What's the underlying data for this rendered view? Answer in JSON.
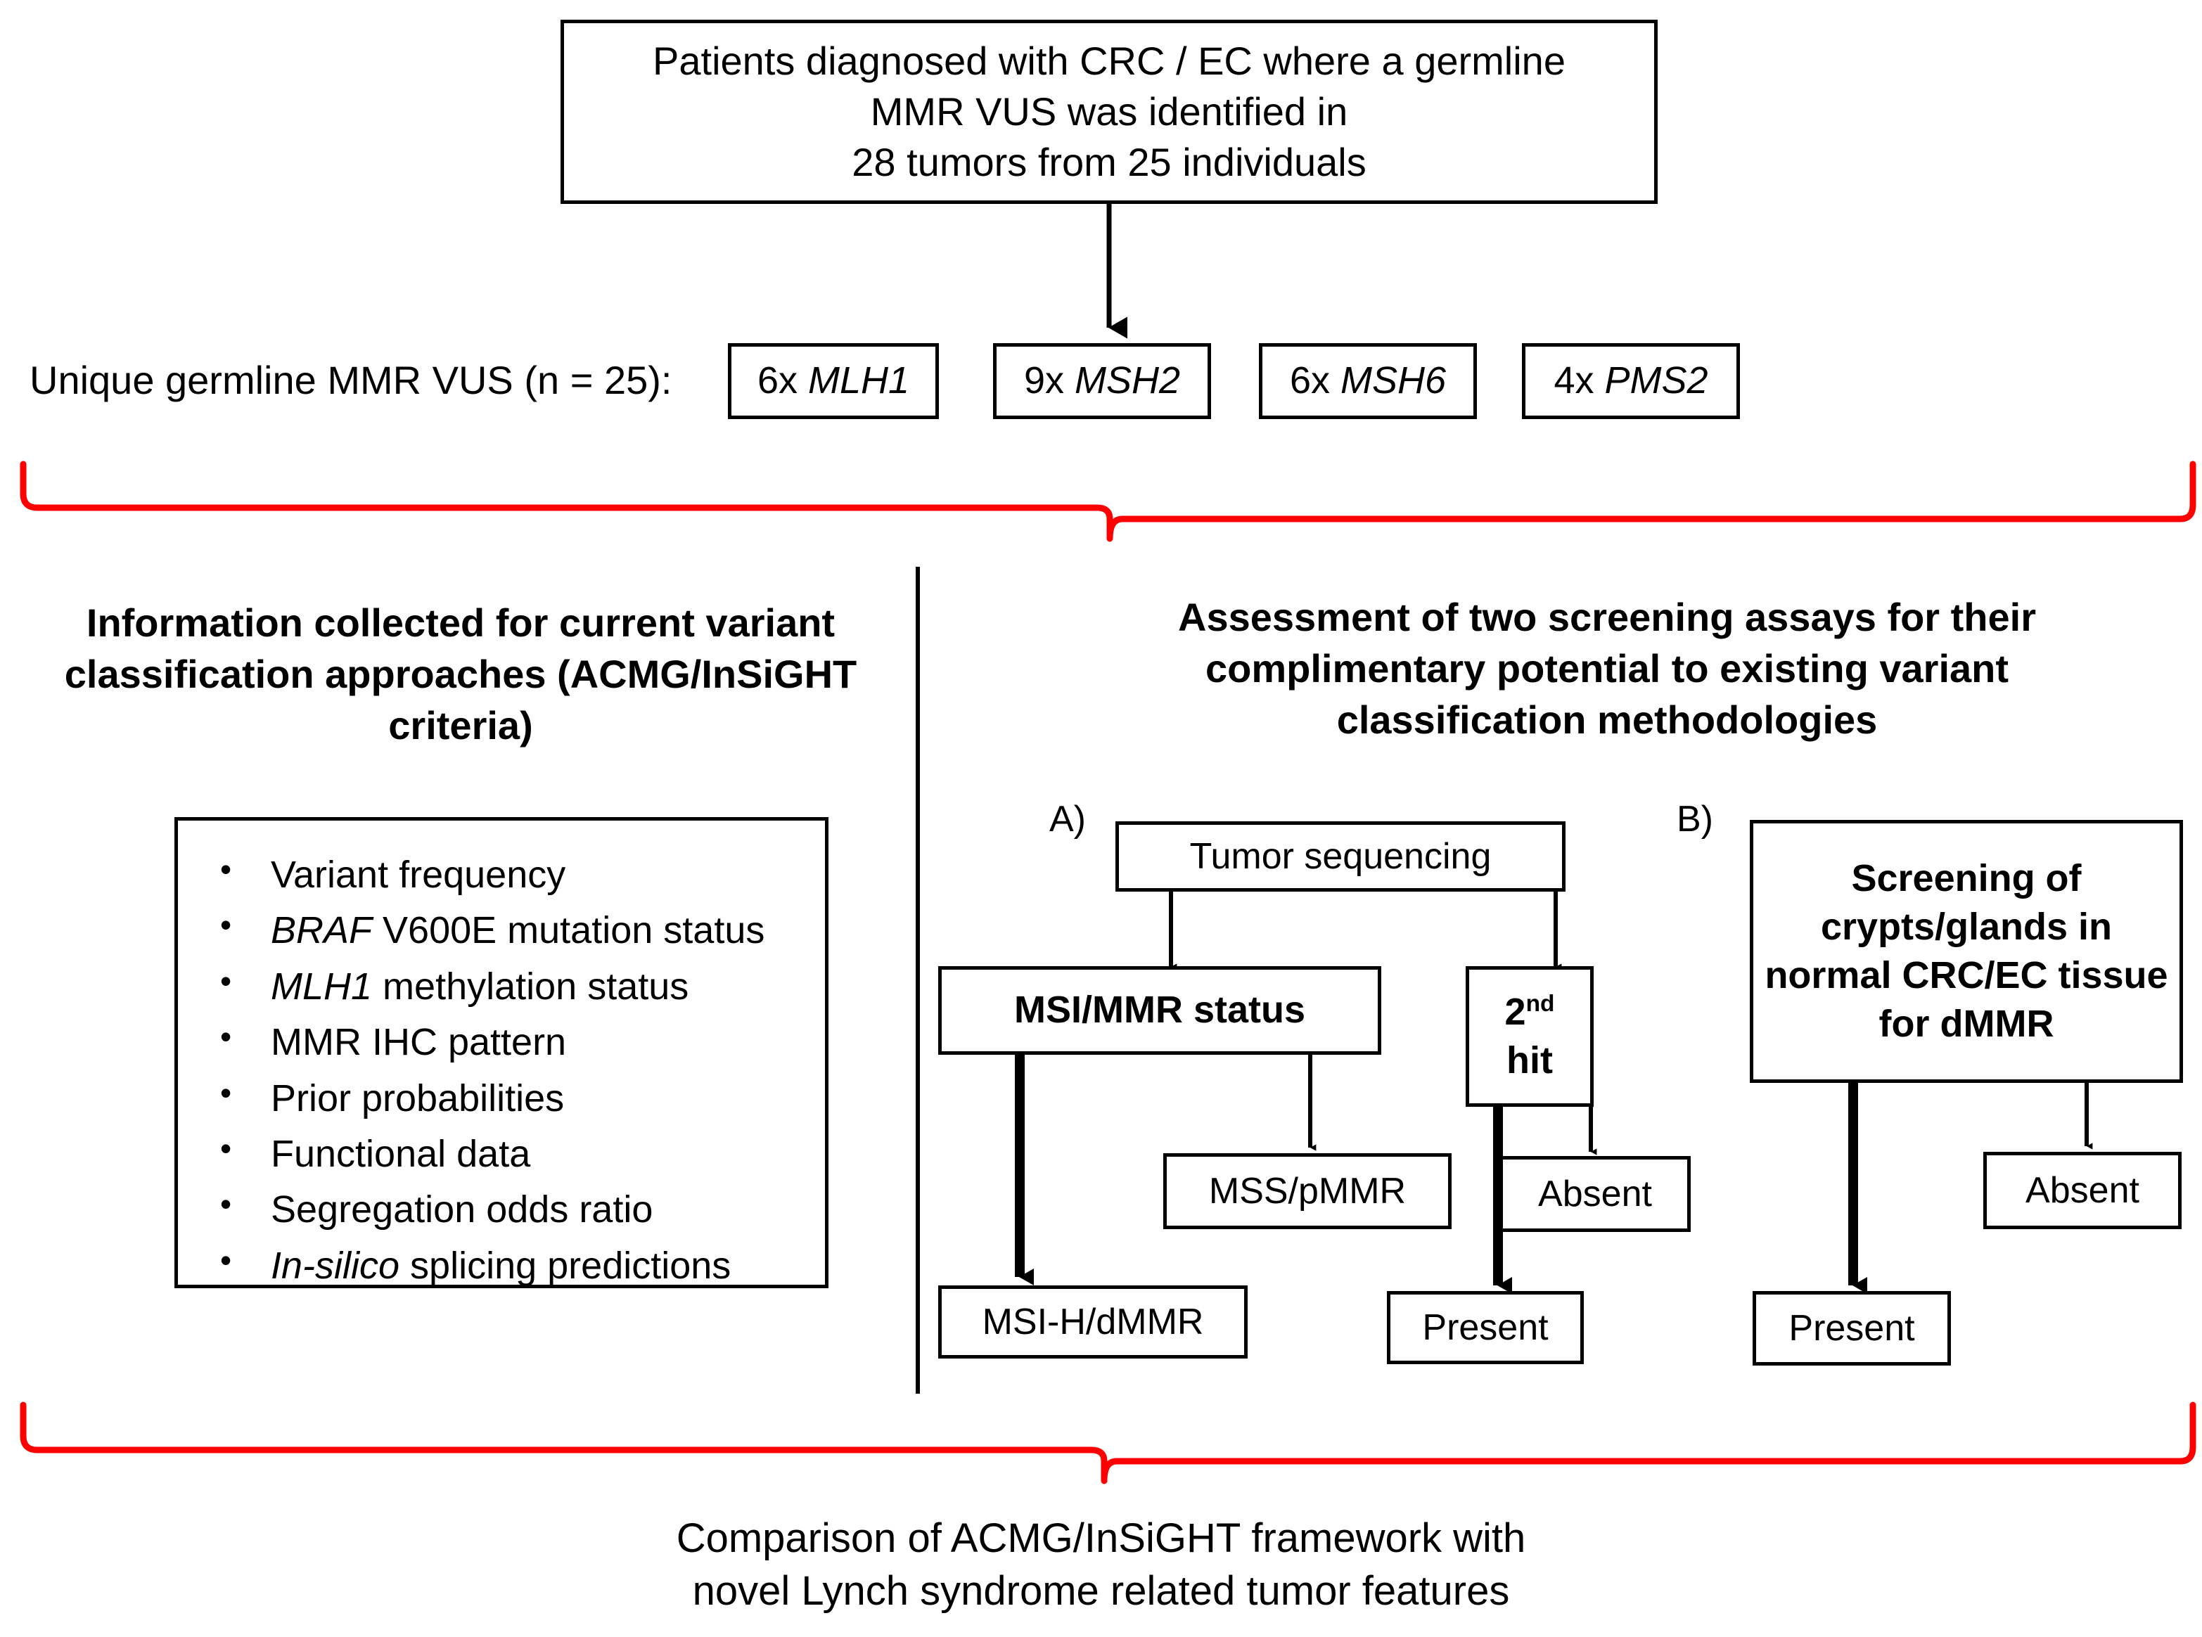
{
  "top_box": {
    "line1": "Patients diagnosed with CRC / EC where a germline",
    "line2": "MMR VUS was identified in",
    "line3": "28 tumors from 25 individuals"
  },
  "vus_row": {
    "label": "Unique germline MMR VUS (n = 25):",
    "genes": [
      {
        "count": "6x",
        "gene": "MLH1"
      },
      {
        "count": "9x",
        "gene": "MSH2"
      },
      {
        "count": "6x",
        "gene": "MSH6"
      },
      {
        "count": "4x",
        "gene": "PMS2"
      }
    ]
  },
  "left_column": {
    "heading_line1": "Information collected for current variant",
    "heading_line2": "classification approaches (ACMG/InSiGHT",
    "heading_line3": "criteria)",
    "bullets": [
      {
        "pre": "",
        "italic": "",
        "post": "Variant frequency"
      },
      {
        "pre": "",
        "italic": "BRAF",
        "post": " V600E mutation status"
      },
      {
        "pre": "",
        "italic": "MLH1",
        "post": " methylation status"
      },
      {
        "pre": "",
        "italic": "",
        "post": "MMR IHC pattern"
      },
      {
        "pre": "",
        "italic": "",
        "post": "Prior probabilities"
      },
      {
        "pre": "",
        "italic": "",
        "post": "Functional data"
      },
      {
        "pre": "",
        "italic": "",
        "post": "Segregation odds ratio"
      },
      {
        "pre": "",
        "italic": "In-silico",
        "post": " splicing predictions"
      }
    ]
  },
  "right_column": {
    "heading_line1": "Assessment of two screening assays for their",
    "heading_line2": "complimentary potential to existing variant",
    "heading_line3": "classification methodologies",
    "panel_a_label": "A)",
    "panel_b_label": "B)",
    "tumor_sequencing": "Tumor sequencing",
    "msi_mmr_status": "MSI/MMR status",
    "second_hit_num": "2",
    "second_hit_sup": "nd",
    "second_hit_word": "hit",
    "mss_pmmr": "MSS/pMMR",
    "absent_a": "Absent",
    "msi_h_dmmr": "MSI-H/dMMR",
    "present_a": "Present",
    "screening_line1": "Screening of",
    "screening_line2": "crypts/glands in",
    "screening_line3": "normal CRC/EC tissue",
    "screening_line4": "for dMMR",
    "absent_b": "Absent",
    "present_b": "Present"
  },
  "footer": {
    "line1": "Comparison of ACMG/InSiGHT framework with",
    "line2": "novel Lynch syndrome related tumor features"
  },
  "colors": {
    "brace": "#FF0000",
    "stroke": "#000000",
    "background": "#FFFFFF"
  }
}
